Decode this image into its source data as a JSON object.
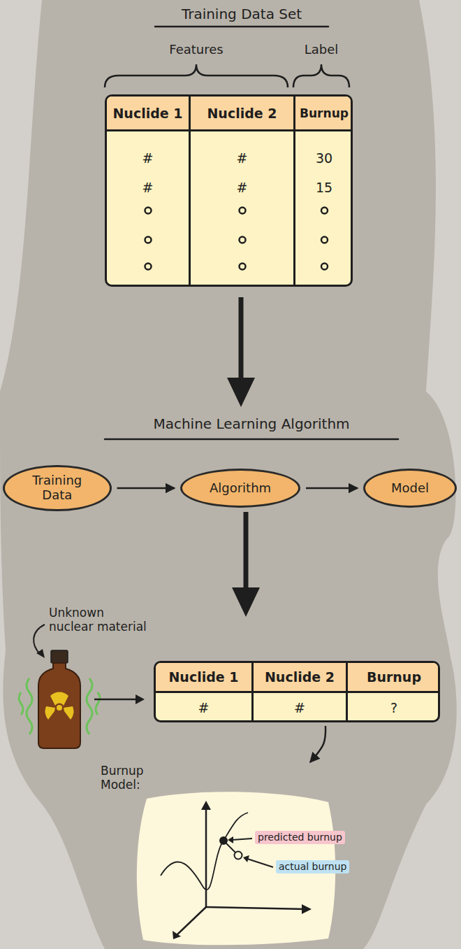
{
  "diagram": {
    "nodes": [
      {
        "text": [
          "Nuclide 1",
          "Nuclide 2",
          "Burnup",
          "#",
          "#",
          "30",
          "#",
          "#",
          "15"
        ]
      },
      {
        "text": [
          "Training Data"
        ]
      },
      {
        "text": [
          "Algorithm"
        ]
      },
      {
        "text": [
          "Model"
        ]
      },
      {
        "text": [
          "Nuclide 1",
          "Nuclide 2",
          "Burnup",
          "#",
          "#",
          "?"
        ]
      },
      {
        "text": [
          "Burnup Model:",
          "predicted burnup",
          "actual burnup"
        ]
      }
    ],
    "edges": [
      {
        "from": 1,
        "to": 2,
        "arrow": "to"
      },
      {
        "from": 2,
        "to": 3,
        "arrow": "to"
      },
      {
        "from": 4,
        "to": 5,
        "arrow": "to"
      }
    ],
    "labels": [
      "Training Data Set",
      "Features",
      "Label",
      "Machine Learning Algorithm",
      "Unknown nuclear material"
    ]
  }
}
